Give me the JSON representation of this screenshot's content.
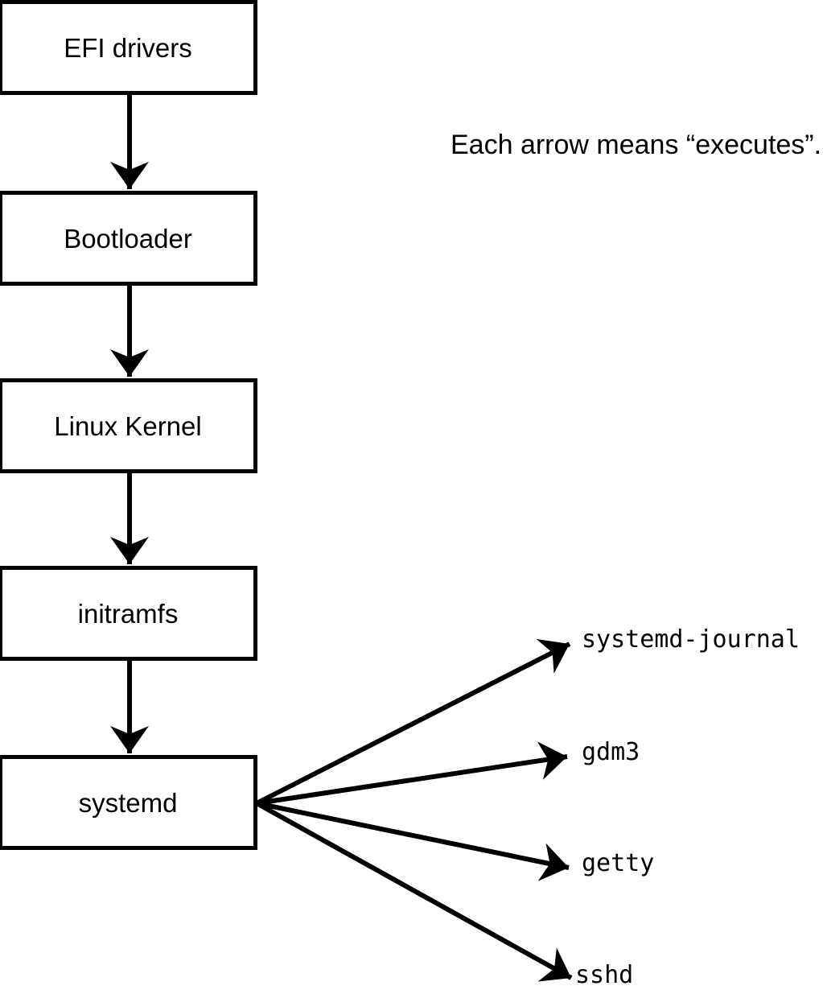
{
  "note": "Each arrow means “executes”.",
  "boxes": [
    {
      "label": "EFI drivers"
    },
    {
      "label": "Bootloader"
    },
    {
      "label": "Linux Kernel"
    },
    {
      "label": "initramfs"
    },
    {
      "label": "systemd"
    }
  ],
  "processes": [
    {
      "label": "systemd-journal"
    },
    {
      "label": "gdm3"
    },
    {
      "label": "getty"
    },
    {
      "label": "sshd"
    }
  ],
  "colors": {
    "stroke": "#000000",
    "box_fill": "#ffffff",
    "background": "#ffffff",
    "text": "#000000"
  }
}
